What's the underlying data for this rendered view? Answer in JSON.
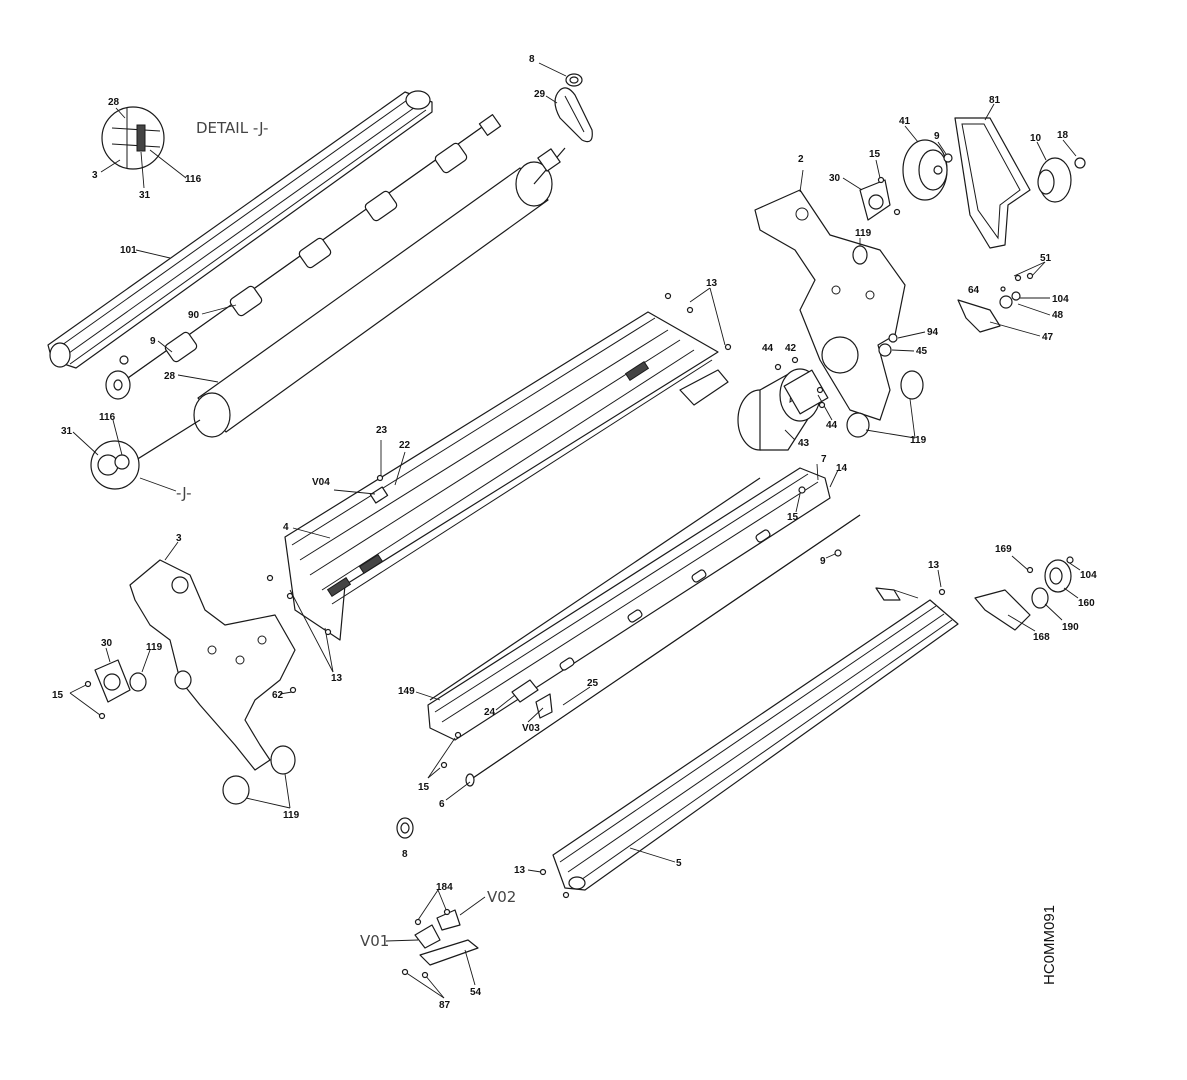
{
  "detail_title": "DETAIL -J-",
  "detail_ref": "-J-",
  "drawing_id": "HC0MM091",
  "callouts": {
    "p8a": "8",
    "p29": "29",
    "p28a": "28",
    "p3a": "3",
    "p31a": "31",
    "p116a": "116",
    "p101": "101",
    "p90": "90",
    "p9a": "9",
    "p28b": "28",
    "p116b": "116",
    "p31b": "31",
    "p81": "81",
    "p41": "41",
    "p9b": "9",
    "p10": "10",
    "p18": "18",
    "p15a": "15",
    "p30a": "30",
    "p2": "2",
    "p119a": "119",
    "p51": "51",
    "p64": "64",
    "p104a": "104",
    "p48": "48",
    "p47": "47",
    "p94": "94",
    "p45": "45",
    "p13a": "13",
    "p44a": "44",
    "p42": "42",
    "p44b": "44",
    "p119b": "119",
    "p43": "43",
    "p23": "23",
    "p22": "22",
    "pV04": "V04",
    "p4": "4",
    "p7": "7",
    "p14": "14",
    "p15b": "15",
    "p9c": "9",
    "p3b": "3",
    "p30b": "30",
    "p119c": "119",
    "p15c": "15",
    "p62": "62",
    "p13b": "13",
    "p119d": "119",
    "p13c": "13",
    "p169": "169",
    "p104b": "104",
    "p160": "160",
    "p190": "190",
    "p168": "168",
    "p149": "149",
    "p24": "24",
    "p25": "25",
    "pV03": "V03",
    "p15d": "15",
    "p6": "6",
    "p8b": "8",
    "p5": "5",
    "p13d": "13",
    "p184": "184",
    "pV02": "V02",
    "pV01": "V01",
    "p54": "54",
    "p87": "87"
  }
}
